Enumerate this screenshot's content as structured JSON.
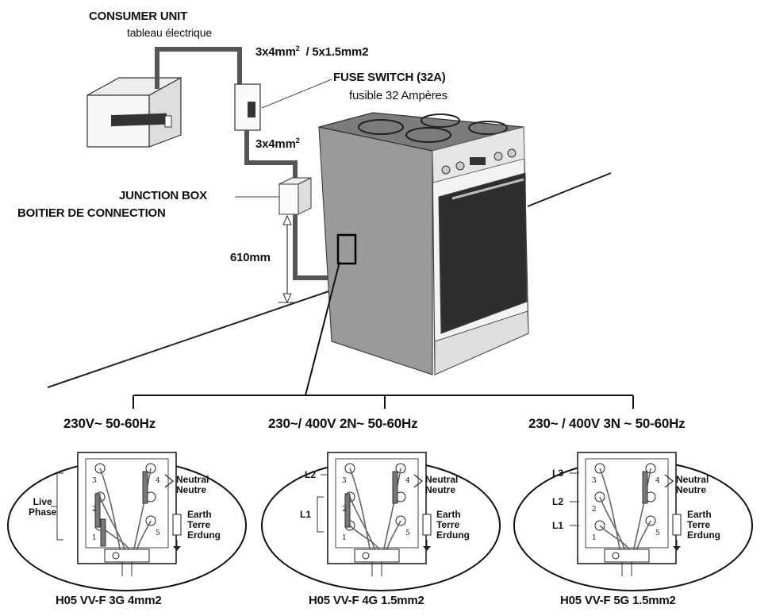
{
  "top": {
    "consumer_unit": "CONSUMER UNIT",
    "consumer_unit_fr": "tableau électrique",
    "cable_top": "3x4mm",
    "cable_top_sup": "2",
    "cable_top_alt": "/ 5x1.5mm2",
    "fuse_switch": "FUSE SWITCH (32A)",
    "fuse_switch_fr": "fusible 32 Ampères",
    "cable_mid": "3x4mm",
    "cable_mid_sup": "2",
    "junction_box": "JUNCTION BOX",
    "junction_box_fr": "BOITIER DE CONNECTION",
    "height": "610mm"
  },
  "panels": [
    {
      "supply": "230V~   50-60Hz",
      "cable": "H05 VV-F 3G 4mm2",
      "left_labels": [
        "Live",
        "Phase"
      ],
      "neutral": [
        "Neutral",
        "Neutre"
      ],
      "earth": [
        "Earth",
        "Terre",
        "Erdung"
      ]
    },
    {
      "supply": "230~/ 400V 2N~   50-60Hz",
      "cable": "H05 VV-F 4G 1.5mm2",
      "left_labels": [
        "L2",
        "L1"
      ],
      "neutral": [
        "Neutral",
        "Neutre"
      ],
      "earth": [
        "Earth",
        "Terre",
        "Erdung"
      ]
    },
    {
      "supply": "230~ / 400V 3N ~  50-60Hz",
      "cable": "H05 VV-F 5G 1.5mm2",
      "left_labels": [
        "L3",
        "L2",
        "L1"
      ],
      "neutral": [
        "Neutral",
        "Neutre"
      ],
      "earth": [
        "Earth",
        "Terre",
        "Erdung"
      ]
    }
  ],
  "terminal_numbers": [
    "1",
    "2",
    "3",
    "4",
    "5"
  ]
}
